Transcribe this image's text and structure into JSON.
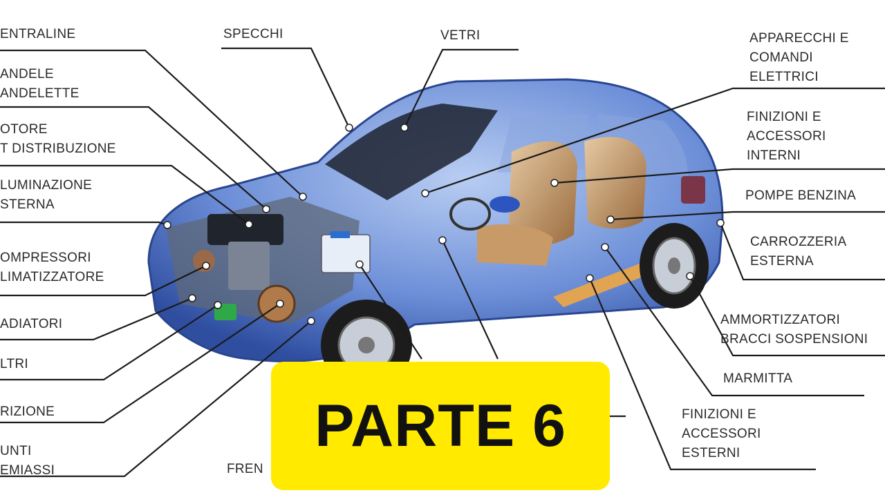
{
  "labels": {
    "centraline": [
      "ENTRALINE"
    ],
    "candele": [
      "ANDELE",
      "ANDELETTE"
    ],
    "motore": [
      "OTORE",
      "T DISTRIBUZIONE"
    ],
    "illuminazione": [
      "LUMINAZIONE",
      "STERNA"
    ],
    "compressori": [
      "OMPRESSORI",
      "LIMATIZZATORE"
    ],
    "radiatori": [
      "ADIATORI"
    ],
    "filtri": [
      "LTRI"
    ],
    "frizione": [
      "RIZIONE"
    ],
    "giunti": [
      "UNTI",
      "EMIASSI"
    ],
    "freni": [
      "FREN"
    ],
    "specchi": [
      "SPECCHI"
    ],
    "vetri": [
      "VETRI"
    ],
    "apparecchi": [
      "APPARECCHI E",
      "COMANDI",
      "ELETTRICI"
    ],
    "finizioni_interni": [
      "FINIZIONI E",
      "ACCESSORI",
      "INTERNI"
    ],
    "pompe": [
      "POMPE BENZINA"
    ],
    "carrozzeria": [
      "CARROZZERIA",
      "ESTERNA"
    ],
    "ammortizzatori": [
      "AMMORTIZZATORI",
      "BRACCI SOSPENSIONI"
    ],
    "marmitta": [
      "MARMITTA"
    ],
    "finizioni_esterni": [
      "FINIZIONI E",
      "ACCESSORI",
      "ESTERNI"
    ]
  },
  "banner": {
    "text": "PARTE 6"
  },
  "colors": {
    "body": "#4a6fc4",
    "banner": "#ffea00",
    "line": "#1a1a1a"
  }
}
